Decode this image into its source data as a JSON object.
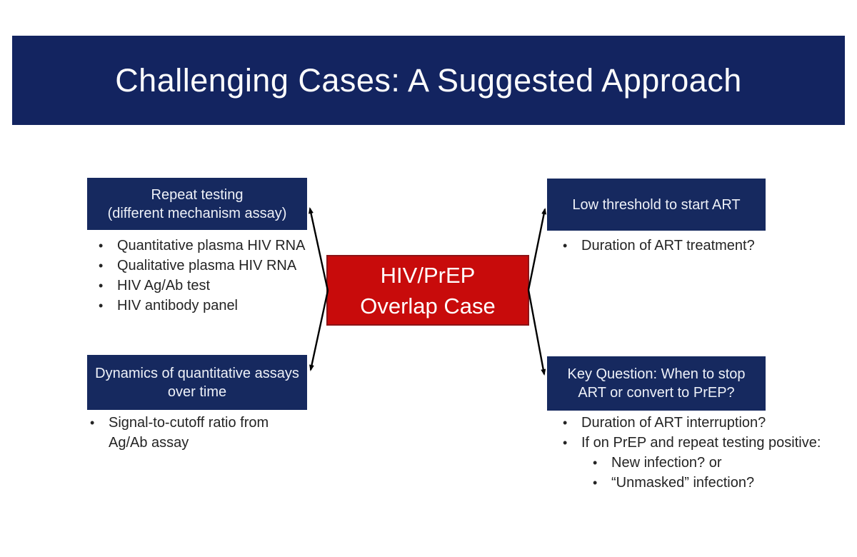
{
  "header": {
    "title": "Challenging Cases: A Suggested Approach"
  },
  "center_box": {
    "lines": [
      "HIV/PrEP",
      "Overlap Case"
    ]
  },
  "quadrants": [
    {
      "id": "repeat-testing",
      "title_lines": [
        "Repeat testing",
        "(different mechanism assay)"
      ],
      "bullets": [
        {
          "text": "Quantitative plasma HIV RNA",
          "level": 1
        },
        {
          "text": "Qualitative plasma HIV RNA",
          "level": 1
        },
        {
          "text": "HIV Ag/Ab test",
          "level": 1
        },
        {
          "text": "HIV antibody panel",
          "level": 1
        }
      ]
    },
    {
      "id": "low-threshold-art",
      "title_lines": [
        "Low threshold to start ART"
      ],
      "bullets": [
        {
          "text": "Duration of ART treatment?",
          "level": 1
        }
      ]
    },
    {
      "id": "dynamics-quantitative-assays",
      "title_lines": [
        "Dynamics of quantitative assays",
        "over time"
      ],
      "bullets": [
        {
          "text": "Signal-to-cutoff ratio from Ag/Ab assay",
          "level": 1
        }
      ]
    },
    {
      "id": "key-question-stop-art",
      "title_lines": [
        "Key Question: When to stop",
        "ART or convert to PrEP?"
      ],
      "bullets": [
        {
          "text": "Duration of ART interruption?",
          "level": 1
        },
        {
          "text": "If on PrEP and repeat testing positive:",
          "level": 1
        },
        {
          "text": "New infection? or",
          "level": 2
        },
        {
          "text": "“Unmasked” infection?",
          "level": 2
        }
      ]
    }
  ],
  "palette": {
    "banner_navy": "#132460",
    "box_navy": "#16295f",
    "center_red": "#c80b0b",
    "center_red_border": "#8c1417",
    "bullet_text": "#242424",
    "box_text": "#eef1f8",
    "arrow": "#000000"
  }
}
